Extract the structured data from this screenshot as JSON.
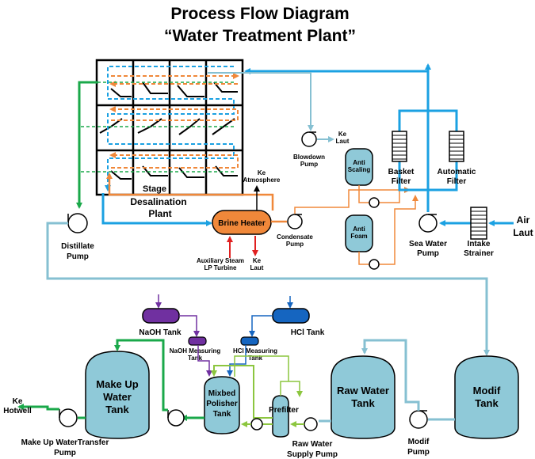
{
  "title": {
    "line1": "Process Flow Diagram",
    "line2": "“Water Treatment Plant”"
  },
  "labels": {
    "stage": "Stage",
    "desalination": "Desalination",
    "plant": "Plant",
    "brine_heater": "Brine Heater",
    "ke_atmosphere_1": "Ke",
    "ke_atmosphere_2": "Atmosphere",
    "blowdown_ke_laut_1": "Ke",
    "blowdown_ke_laut_2": "Laut",
    "blowdown_pump_1": "Blowdown",
    "blowdown_pump_2": "Pump",
    "anti_scaling_1": "Anti",
    "anti_scaling_2": "Scaling",
    "anti_foam_1": "Anti",
    "anti_foam_2": "Foam",
    "basket_filter_1": "Basket",
    "basket_filter_2": "Filter",
    "automatic_filter_1": "Automatic",
    "automatic_filter_2": "Filter",
    "air_laut_1": "Air",
    "air_laut_2": "Laut",
    "sea_water_pump_1": "Sea Water",
    "sea_water_pump_2": "Pump",
    "intake_strainer_1": "Intake",
    "intake_strainer_2": "Strainer",
    "distillate_pump_1": "Distillate",
    "distillate_pump_2": "Pump",
    "aux_steam_1": "Auxiliary Steam",
    "aux_steam_2": "LP Turbine",
    "ke_laut_brine_1": "Ke",
    "ke_laut_brine_2": "Laut",
    "condensate_pump_1": "Condensate",
    "condensate_pump_2": "Pump",
    "naoh_tank": "NaOH Tank",
    "hcl_tank": "HCl Tank",
    "naoh_measuring_1": "NaOH Measuring",
    "naoh_measuring_2": "Tank",
    "hcl_measuring_1": "HCl Measuring",
    "hcl_measuring_2": "Tank",
    "make_up_tank_1": "Make Up",
    "make_up_tank_2": "Water",
    "make_up_tank_3": "Tank",
    "mixbed_1": "Mixbed",
    "mixbed_2": "Polisher",
    "mixbed_3": "Tank",
    "prefilter": "Prefilter",
    "raw_water_tank_1": "Raw Water",
    "raw_water_tank_2": "Tank",
    "modif_tank_1": "Modif",
    "modif_tank_2": "Tank",
    "ke_hotwell_1": "Ke",
    "ke_hotwell_2": "Hotwell",
    "make_up_transfer_1": "Make Up WaterTransfer",
    "make_up_transfer_2": "Pump",
    "raw_water_supply_1": "Raw Water",
    "raw_water_supply_2": "Supply Pump",
    "modif_pump_1": "Modif",
    "modif_pump_2": "Pump"
  },
  "colors": {
    "blue": "#1ba1e2",
    "light_blue": "#86c0d2",
    "orange": "#f0883a",
    "green": "#1aa84a",
    "light_green": "#8cc63f",
    "purple": "#7030a0",
    "dark_blue": "#1565c0",
    "red": "#e02020",
    "tank_fill": "#8fc9d8",
    "heater_fill": "#f0883a"
  }
}
